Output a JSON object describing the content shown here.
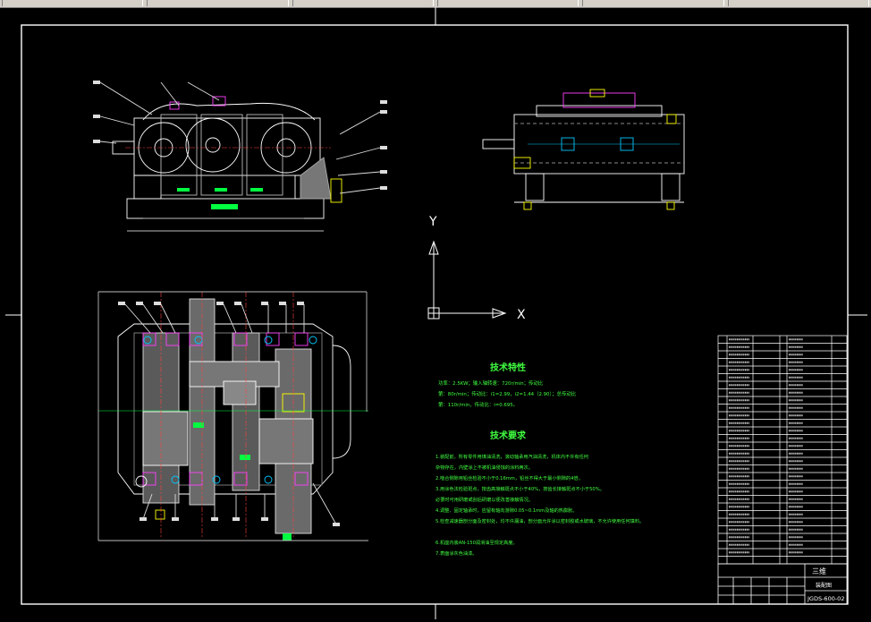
{
  "toolbar": {
    "segments": 6
  },
  "colors": {
    "background": "#000000",
    "frame": "#ffffff",
    "outline": "#ffffff",
    "section_gray": "#8a8a8a",
    "accent_cyan": "#00c8ff",
    "accent_magenta": "#ff40ff",
    "accent_green": "#00ff40",
    "accent_yellow": "#ffff00",
    "text_green": "#40ff40"
  },
  "ucs": {
    "x_label": "X",
    "y_label": "Y"
  },
  "tech_specs": {
    "title": "技术特性",
    "lines": [
      "功率：2.5KW；输入轴转速：720r/min；传动比",
      "第：80r/min；传动比：i1=2.99，i2=1.44（2.90）；总传动比",
      "第：110r/min，传动比：i=0.695。"
    ]
  },
  "tech_requirements": {
    "title": "技术要求",
    "lines": [
      "1.装配前，所有零件用煤油清洗，滚动轴承用汽油清洗，机体内不许有任何",
      "杂物存在，内壁涂上不被机油侵蚀的涂料两次。",
      "2.啮合侧隙用铅丝检验不小于0.16mm，铅丝不得大于最小侧隙的4倍。",
      "3.用涂色法检验斑点，按齿高接触斑点不小于40%，按齿长接触斑点不小于50%。",
      "必要时可用研磨或刮后研磨以便改善接触情况。",
      "4.调整、固定轴承时，应留有轴向游隙0.05~0.1mm及轴的热膨胀。",
      "5.检查减速器剖分面及密封处，均不许漏油，剖分面允许涂以密封胶或水玻璃，不允许使用任何填料。",
      "6.机座内装AN-150润滑油至规定高度。",
      "7.表面涂灰色油漆。"
    ]
  },
  "title_block": {
    "name": "三维",
    "label": "装配图",
    "drawing_number": "JGDS-600-02"
  }
}
